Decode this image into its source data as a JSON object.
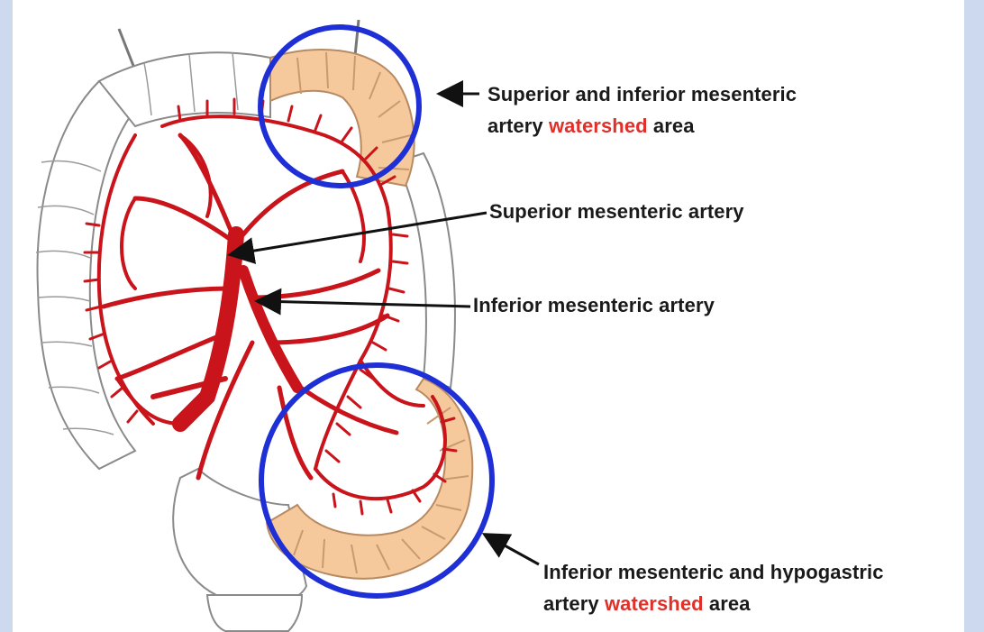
{
  "labels": {
    "sup_inf_watershed": {
      "line1": "Superior and inferior mesenteric",
      "line2_prefix": "artery ",
      "line2_emph": "watershed",
      "line2_suffix": " area"
    },
    "sma": {
      "text": "Superior mesenteric artery"
    },
    "ima": {
      "text": "Inferior mesenteric artery"
    },
    "inf_hypo_watershed": {
      "line1": "Inferior mesenteric and hypogastric",
      "line2_prefix": "artery ",
      "line2_emph": "watershed",
      "line2_suffix": " area"
    }
  },
  "colors": {
    "artery": "#c8141a",
    "watershed_fill": "#f6c99c",
    "circle": "#1f2fd6",
    "emphasis": "#e0302a",
    "bowel_outline": "#8a8a8a"
  }
}
